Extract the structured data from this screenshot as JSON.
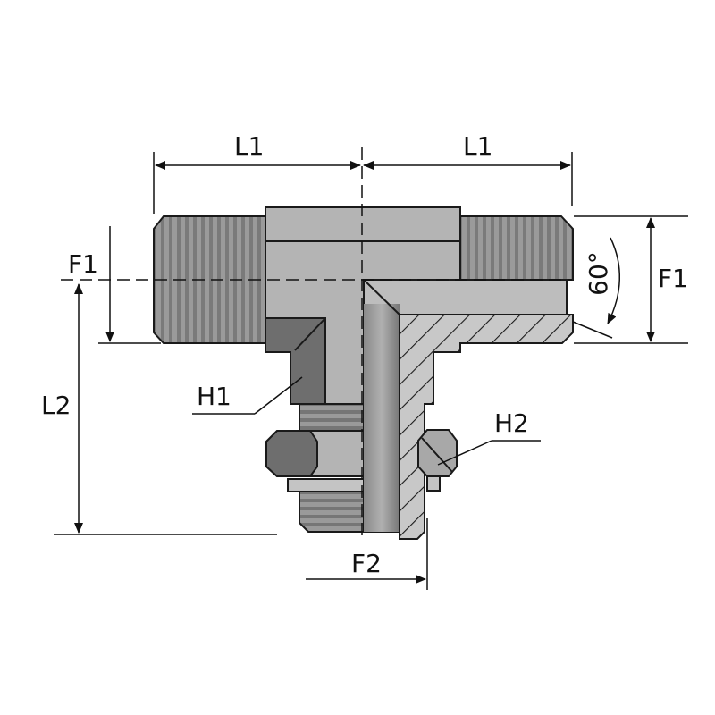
{
  "labels": {
    "l1_left": "L1",
    "l1_right": "L1",
    "f1_left": "F1",
    "f1_right": "F1",
    "l2": "L2",
    "h1": "H1",
    "h2": "H2",
    "f2": "F2",
    "angle": "60°"
  },
  "colors": {
    "body": "#b4b4b4",
    "dark": "#6e6e6e",
    "thread": "#8c8c8c",
    "outline": "#1a1a1a",
    "section": "#c8c8c8"
  }
}
